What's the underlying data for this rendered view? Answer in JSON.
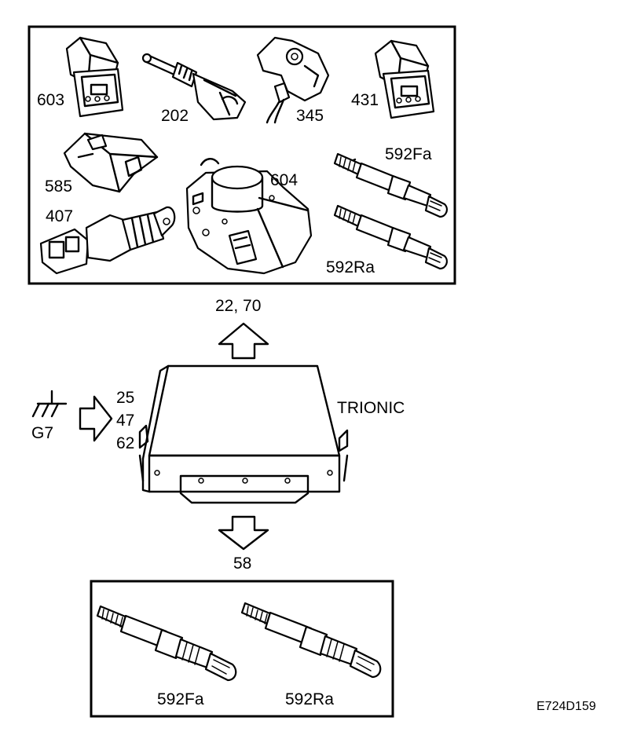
{
  "inputs": {
    "crank_sensor": "603",
    "temp_sensor": "202",
    "cam_sensor": "345",
    "sensor_431": "431",
    "sensor_585": "585",
    "throttle_body": "604",
    "coolant_sensor": "407",
    "lambda_front_top": "592Fa",
    "lambda_rear_top": "592Ra"
  },
  "signal_in": "22, 70",
  "ecu": {
    "name": "TRIONIC"
  },
  "ground": {
    "label": "G7"
  },
  "power_pins": [
    "25",
    "47",
    "62"
  ],
  "signal_out": "58",
  "outputs": {
    "lambda_front": "592Fa",
    "lambda_rear": "592Ra"
  },
  "figure_code": "E724D159"
}
